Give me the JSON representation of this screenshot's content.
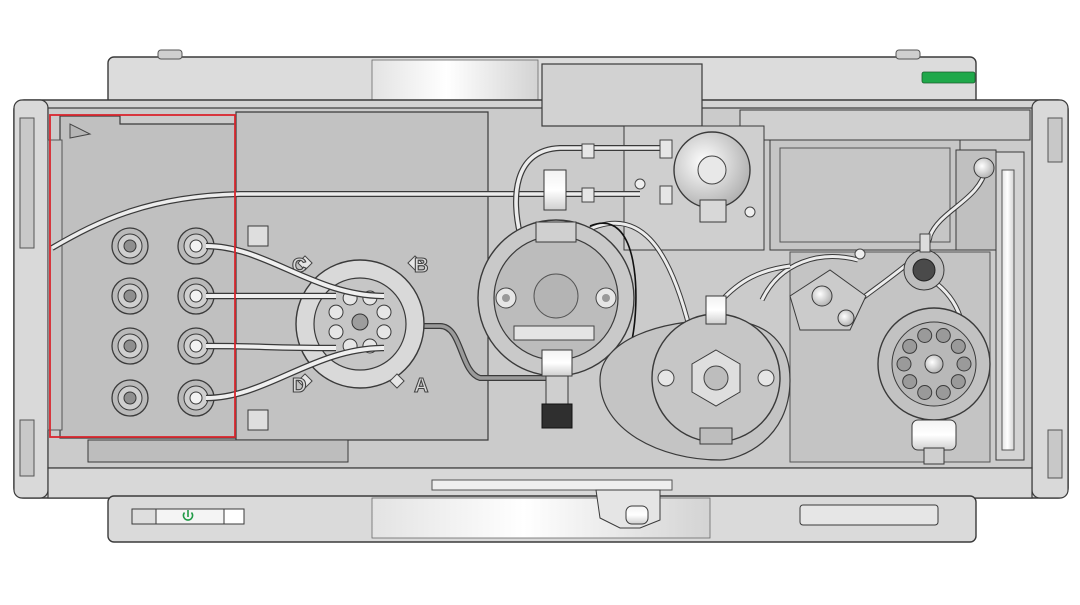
{
  "diagram": {
    "valve_ports": [
      "A",
      "B",
      "C",
      "D"
    ],
    "readout_text": "",
    "colors": {
      "highlight_box": "#d9262e",
      "status_led": "#1fa84a",
      "power_symbol": "#1f9a45",
      "body": "#d6d6d6",
      "panel": "#c4c4c4",
      "outline": "#3a3a3a"
    },
    "icons": {
      "power": "power-icon",
      "status": "status-led"
    }
  }
}
